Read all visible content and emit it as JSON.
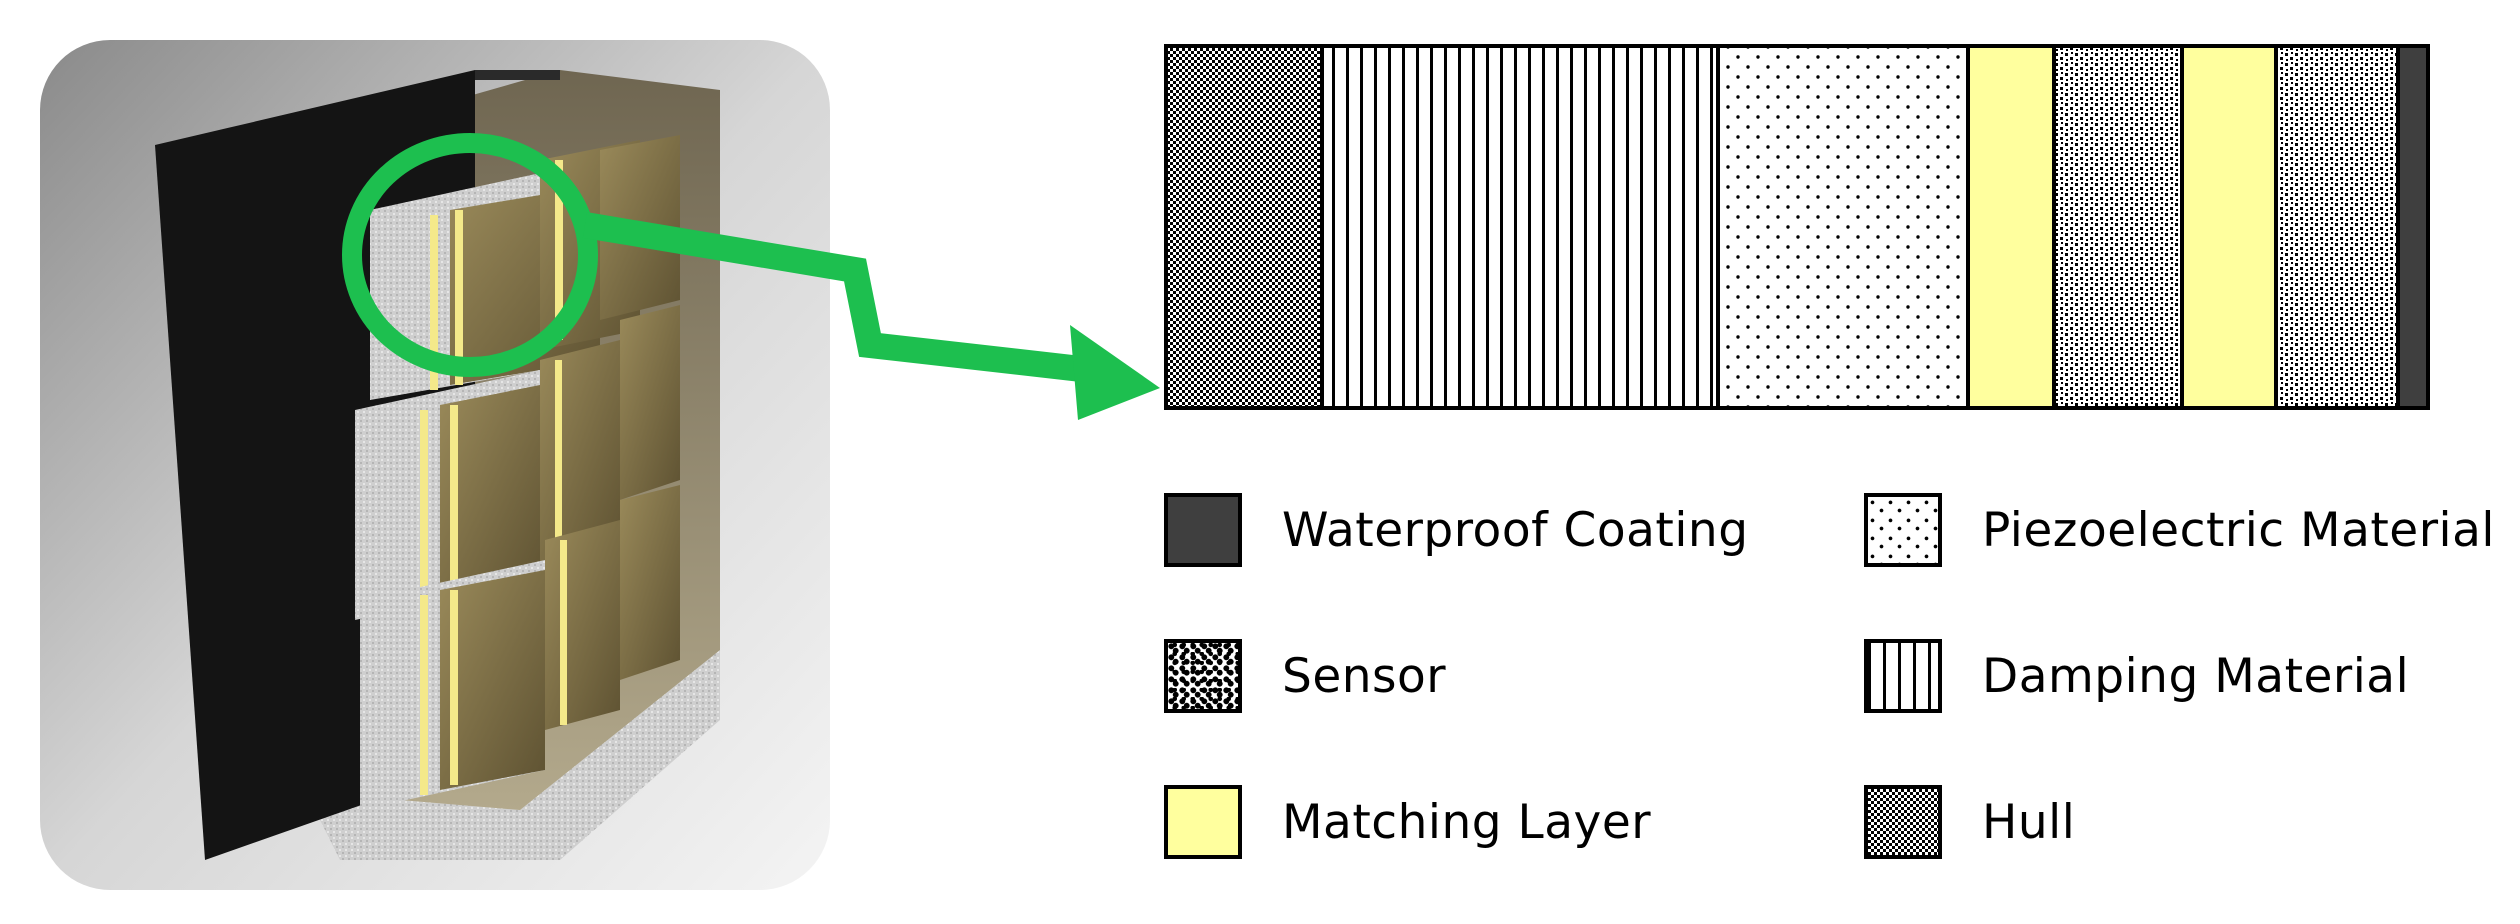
{
  "legend": {
    "items": [
      {
        "key": "waterproof",
        "label": "Waterproof Coating",
        "icon": "solid-dark-swatch",
        "color": "#3f3f3f"
      },
      {
        "key": "piezo",
        "label": "Piezoelectric Material",
        "icon": "sparse-dot-swatch"
      },
      {
        "key": "sensor",
        "label": "Sensor",
        "icon": "dense-speckle-swatch"
      },
      {
        "key": "damping",
        "label": "Damping Material",
        "icon": "vertical-line-swatch"
      },
      {
        "key": "matching",
        "label": "Matching Layer",
        "icon": "solid-yellow-swatch",
        "color": "#ffff9e"
      },
      {
        "key": "hull",
        "label": "Hull",
        "icon": "checker-swatch"
      }
    ]
  },
  "layer_stack": [
    "hull",
    "damping",
    "piezo",
    "matching",
    "sensor",
    "matching",
    "sensor",
    "waterproof"
  ],
  "colors": {
    "callout": "#1dbf4f",
    "waterproof": "#3f3f3f",
    "matching": "#ffff9e",
    "transducer": "#8a7a4a",
    "hull_block": "#141414"
  }
}
